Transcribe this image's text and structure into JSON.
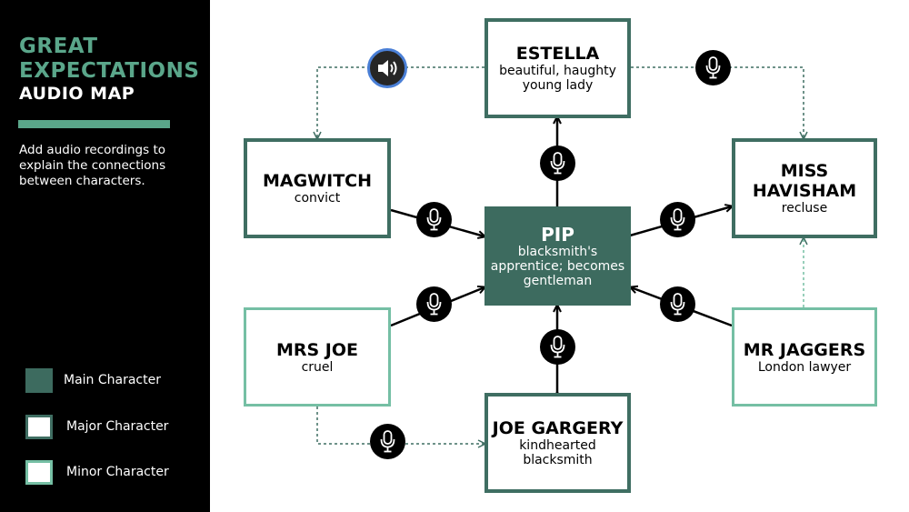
{
  "sidebar": {
    "title_line1": "GREAT",
    "title_line2": "EXPECTATIONS",
    "title_line3": "AUDIO MAP",
    "description": "Add audio recordings to\nexplain the connections\nbetween characters.",
    "legend": [
      {
        "label": "Main Character",
        "color": "#3d6b5f"
      },
      {
        "label": "Major Character",
        "color": "#3f6e62"
      },
      {
        "label": "Minor Character",
        "color": "#75bfa4"
      }
    ]
  },
  "colors": {
    "main": "#3d6b5f",
    "major_border": "#3f6e62",
    "minor_border": "#75bfa4",
    "accent": "#5aa68a"
  },
  "nodes": {
    "estella": {
      "name": "ESTELLA",
      "desc": "beautiful, haughty\nyoung lady"
    },
    "magwitch": {
      "name": "MAGWITCH",
      "desc": "convict"
    },
    "havisham": {
      "name": "MISS\nHAVISHAM",
      "desc": "recluse"
    },
    "pip": {
      "name": "PIP",
      "desc": "blacksmith's\napprentice; becomes\ngentleman"
    },
    "mrsjoe": {
      "name": "MRS JOE",
      "desc": "cruel"
    },
    "jaggers": {
      "name": "MR JAGGERS",
      "desc": "London lawyer"
    },
    "gargery": {
      "name": "JOE GARGERY",
      "desc": "kindhearted\nblacksmith"
    }
  },
  "icons": {
    "mic": "microphone-icon",
    "speaker": "speaker-icon"
  }
}
